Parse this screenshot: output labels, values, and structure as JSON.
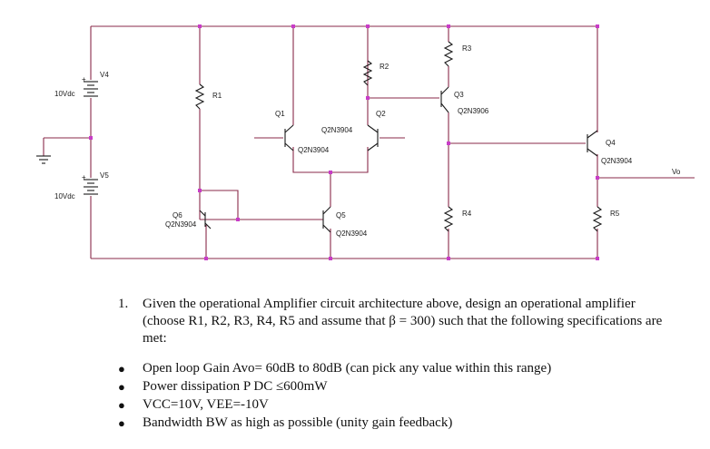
{
  "schematic": {
    "sources": [
      {
        "name": "V4",
        "value": "10Vdc"
      },
      {
        "name": "V5",
        "value": "10Vdc"
      }
    ],
    "resistors": [
      "R1",
      "R2",
      "R3",
      "R4",
      "R5"
    ],
    "transistors": [
      {
        "ref": "Q1",
        "model": "Q2N3904"
      },
      {
        "ref": "Q2",
        "model": "Q2N3904"
      },
      {
        "ref": "Q3",
        "model": "Q2N3906"
      },
      {
        "ref": "Q4",
        "model": "Q2N3904"
      },
      {
        "ref": "Q5",
        "model": "Q2N3904"
      },
      {
        "ref": "Q6",
        "model": "Q2N3904"
      }
    ],
    "output_label": "Vo",
    "polarity": [
      "+",
      "+"
    ],
    "colors": {
      "wire": "#8a2a4a",
      "node": "#c83cc8"
    }
  },
  "problem": {
    "number": "1.",
    "statement": "Given the operational Amplifier circuit architecture above, design an operational amplifier (choose R1, R2, R3, R4, R5 and assume that β = 300) such that the following specifications are met:",
    "specs": [
      "Open loop Gain Avo= 60dB to 80dB (can pick any value within this range)",
      "Power dissipation P DC ≤600mW",
      "VCC=10V, VEE=-10V",
      "Bandwidth BW as high as possible (unity gain feedback)"
    ]
  }
}
